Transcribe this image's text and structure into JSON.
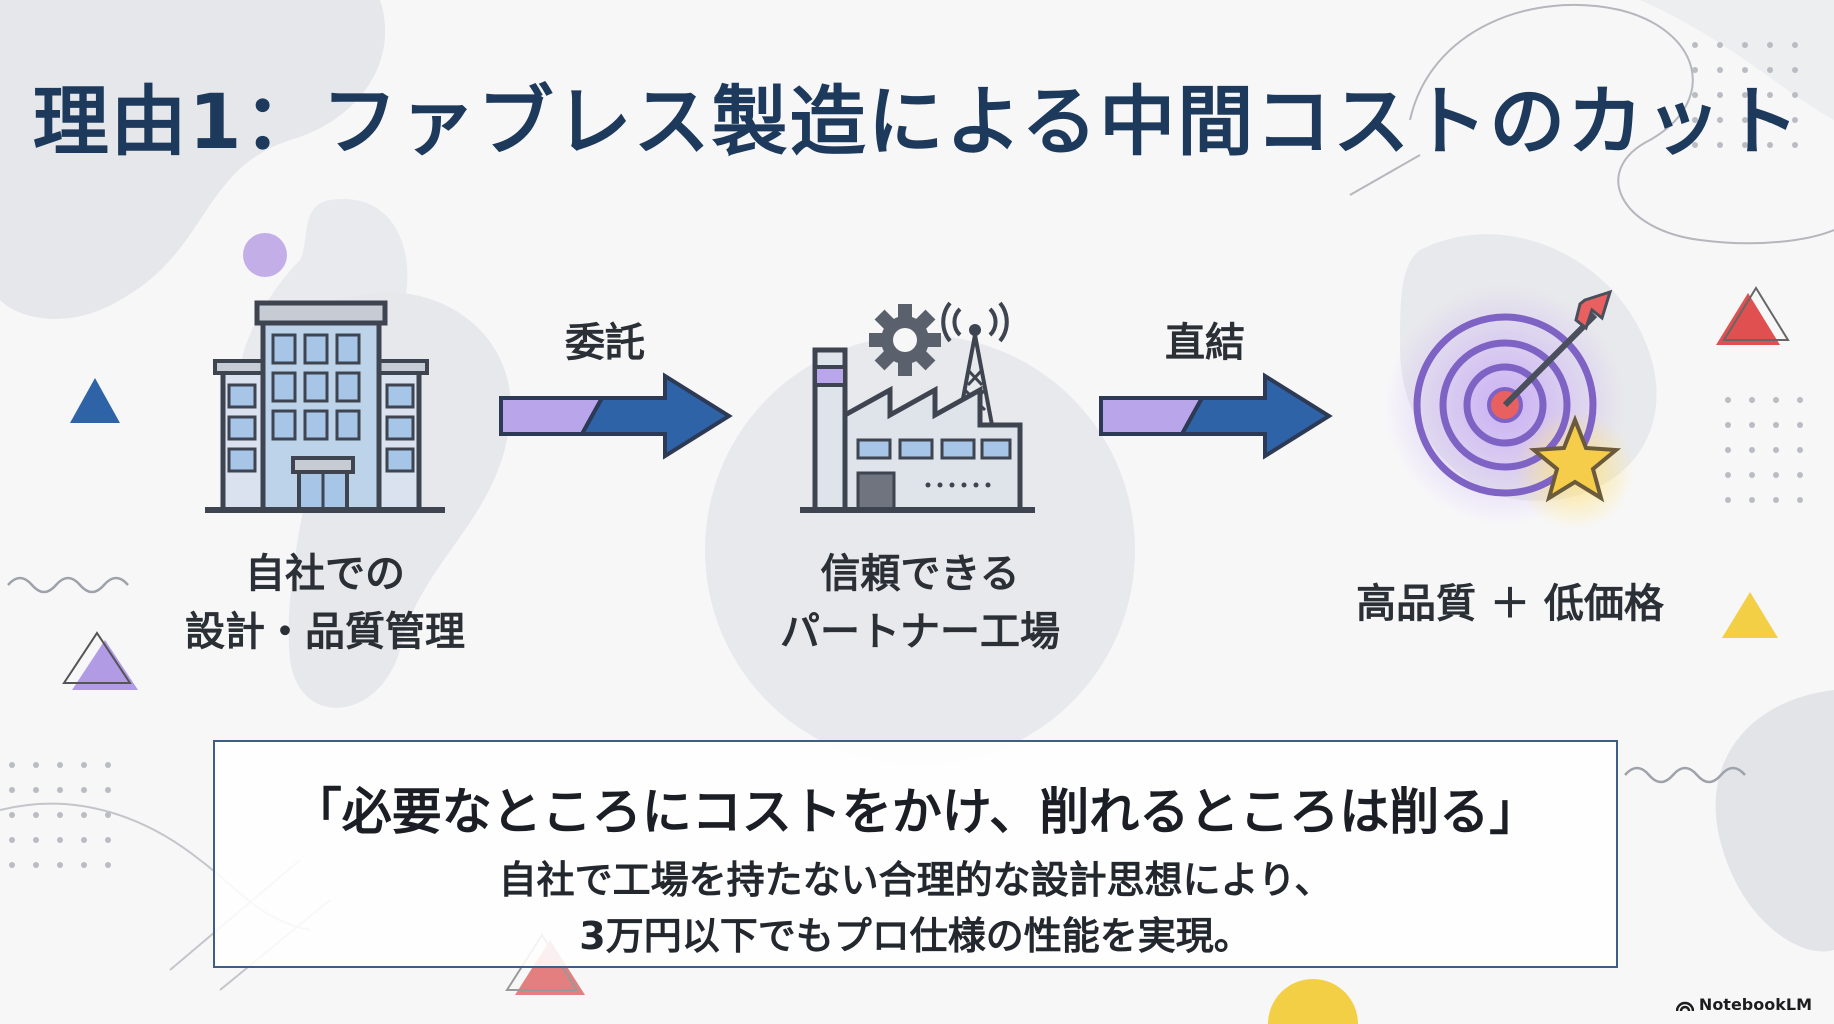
{
  "title": "理由1：ファブレス製造による中間コストのカット",
  "flow": {
    "steps": [
      {
        "label_line1": "自社での",
        "label_line2": "設計・品質管理",
        "icon": "office-building-icon"
      },
      {
        "label_line1": "信頼できる",
        "label_line2": "パートナー工場",
        "icon": "factory-icon"
      },
      {
        "label_line1": "高品質 ＋ 低価格",
        "icon": "target-star-icon"
      }
    ],
    "arrows": [
      {
        "label": "委託"
      },
      {
        "label": "直結"
      }
    ]
  },
  "quote": {
    "headline": "「必要なところにコストをかけ、削れるところは削る」",
    "body_line1": "自社で工場を持たない合理的な設計思想により、",
    "body_line2": "3万円以下でもプロ仕様の性能を実現。"
  },
  "brand": {
    "label": "NotebookLM"
  },
  "colors": {
    "title": "#1d3a5c",
    "arrow_light": "#b9a5ea",
    "arrow_dark": "#2f63a8",
    "triangle_red": "#e05050",
    "triangle_yellow": "#f3cf45",
    "triangle_purple": "#9b7fd6",
    "triangle_blue": "#2f63a8"
  }
}
